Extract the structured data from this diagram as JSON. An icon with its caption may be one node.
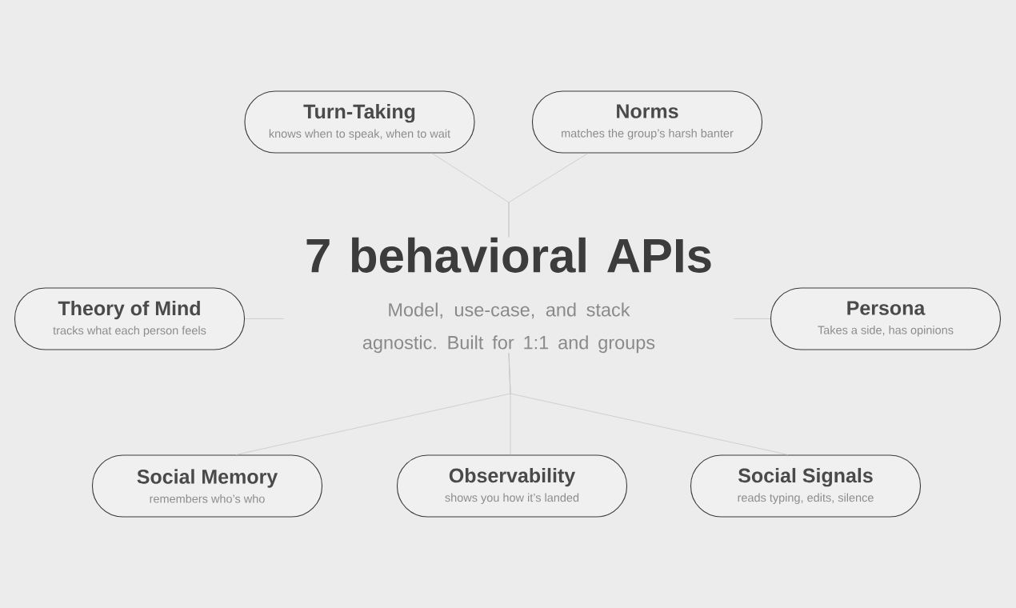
{
  "diagram": {
    "nodes": [
      {
        "text": [
          "7 behavioral APIs",
          "Model, use-case, and stack agnostic. Built for 1:1 and groups"
        ]
      },
      {
        "text": [
          "Turn-Taking",
          "knows when to speak, when to wait"
        ]
      },
      {
        "text": [
          "Norms",
          "matches the group’s harsh banter"
        ]
      },
      {
        "text": [
          "Theory of Mind",
          "tracks what each person feels"
        ]
      },
      {
        "text": [
          "Persona",
          "Takes a side, has opinions"
        ]
      },
      {
        "text": [
          "Social Memory",
          "remembers who’s who"
        ]
      },
      {
        "text": [
          "Observability",
          "shows you how it’s landed"
        ]
      },
      {
        "text": [
          "Social Signals",
          "reads typing, edits, silence"
        ]
      }
    ],
    "edges": [
      {
        "from": 0,
        "to": 1,
        "arrow": "none"
      },
      {
        "from": 0,
        "to": 2,
        "arrow": "none"
      },
      {
        "from": 0,
        "to": 3,
        "arrow": "none"
      },
      {
        "from": 0,
        "to": 4,
        "arrow": "none"
      },
      {
        "from": 0,
        "to": 5,
        "arrow": "none"
      },
      {
        "from": 0,
        "to": 6,
        "arrow": "none"
      },
      {
        "from": 0,
        "to": 7,
        "arrow": "none"
      }
    ]
  }
}
